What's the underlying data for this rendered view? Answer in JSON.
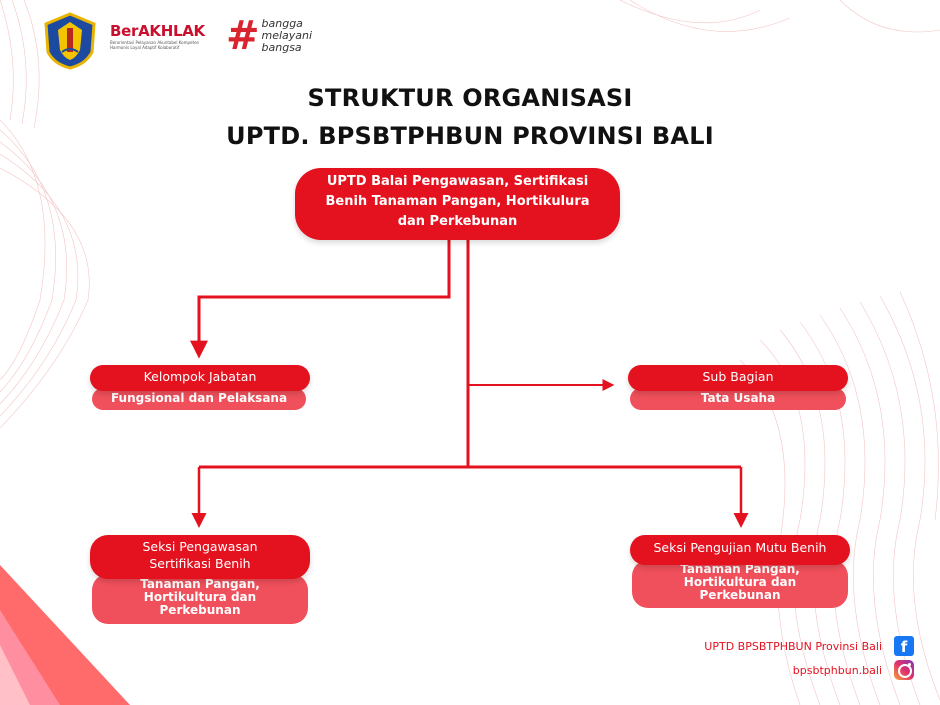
{
  "header": {
    "berakhlak": {
      "title": "BerAKHLAK",
      "subtitle": "Berorientasi Pelayanan Akuntabel Kompeten Harmonis Loyal Adaptif Kolaboratif"
    },
    "bangga": {
      "symbol": "#",
      "lines": [
        "bangga",
        "melayani",
        "bangsa"
      ]
    }
  },
  "title": {
    "line1": "STRUKTUR ORGANISASI",
    "line2": "UPTD. BPSBTPHBUN PROVINSI BALI"
  },
  "org": {
    "top": {
      "lines": [
        "UPTD Balai Pengawasan, Sertifikasi",
        "Benih Tanaman Pangan, Hortikulura",
        "dan Perkebunan"
      ]
    },
    "kelompok": {
      "head": "Kelompok Jabatan",
      "body": "Fungsional dan Pelaksana"
    },
    "subbagian": {
      "head": "Sub Bagian",
      "body": "Tata Usaha"
    },
    "seksi_pengawasan": {
      "head": [
        "Seksi Pengawasan",
        "Sertifikasi Benih"
      ],
      "body": [
        "Tanaman Pangan,",
        "Hortikultura dan",
        "Perkebunan"
      ]
    },
    "seksi_pengujian": {
      "head": "Seksi Pengujian Mutu Benih",
      "body": [
        "Tanaman Pangan,",
        "Hortikultura dan",
        "Perkebunan"
      ]
    }
  },
  "footer": {
    "facebook": {
      "text": "UPTD BPSBTPHBUN Provinsi Bali",
      "icon": "facebook-icon"
    },
    "instagram": {
      "text": "bpsbtphbun.bali",
      "icon": "instagram-icon"
    }
  },
  "colors": {
    "primary_red": "#e4111f",
    "secondary_pink": "#f0505b",
    "title_text": "#111111"
  }
}
